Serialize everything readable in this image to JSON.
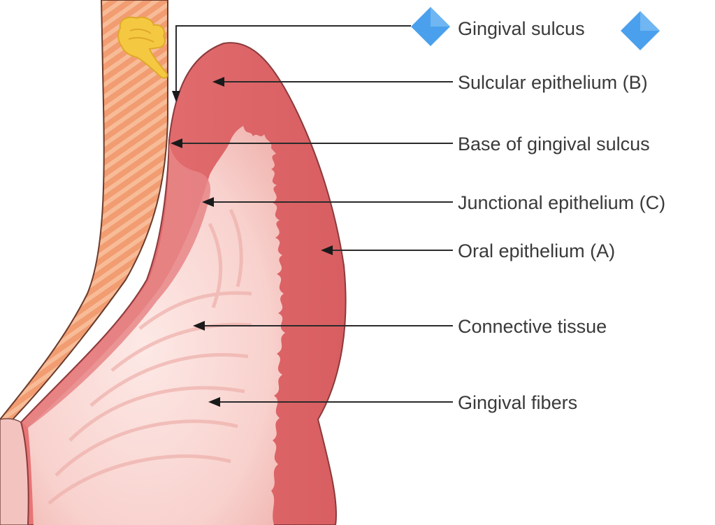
{
  "labels": {
    "gingival_sulcus": "Gingival sulcus",
    "sulcular_epithelium": "Sulcular epithelium (B)",
    "base_of_gingival_sulcus": "Base of gingival sulcus",
    "junctional_epithelium": "Junctional epithelium (C)",
    "oral_epithelium": "Oral epithelium (A)",
    "connective_tissue": "Connective tissue",
    "gingival_fibers": "Gingival fibers"
  },
  "colors": {
    "tooth": "#f09a6e",
    "tooth_stripe": "#f6b892",
    "epithelium": "#e46f70",
    "epithelium_dark": "#c9484d",
    "connective": "#f9d6d3",
    "leader_line": "#2b2b2b",
    "diamond": "#4aa0ec",
    "hand_emoji": "#f5c842"
  },
  "icons": [
    "pointing-hand-emoji",
    "blue-diamond-emoji"
  ]
}
